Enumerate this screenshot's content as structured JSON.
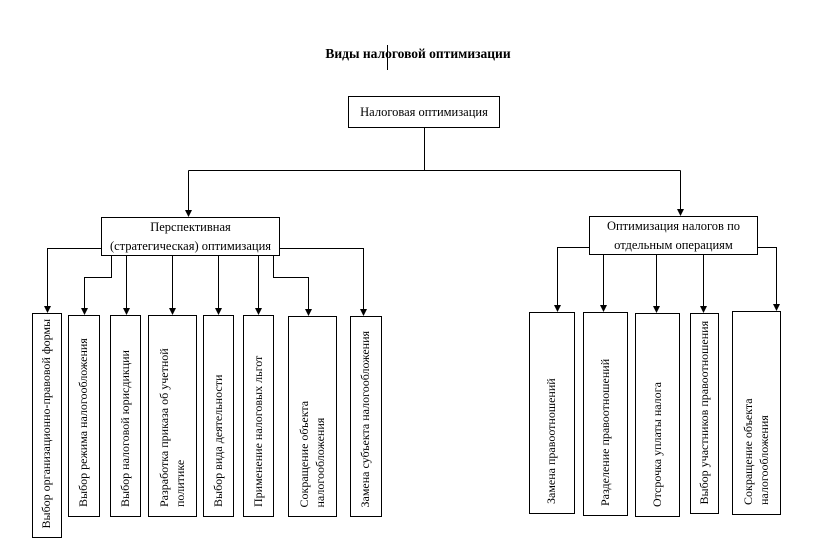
{
  "diagram": {
    "title": "Виды налоговой оптимизации",
    "root": {
      "label": "Налоговая оптимизация"
    },
    "left_branch": {
      "label": "Перспективная\n(стратегическая) оптимизация",
      "children": [
        "Выбор организационно-правовой формы",
        "Выбор режима налогообложения",
        "Выбор налоговой юрисдикции",
        "Разработка приказа об учетной\nполитике",
        "Выбор вида деятельности",
        "Применение налоговых льгот",
        "Сокращение объекта\nналогообложения",
        "Замена субъекта налогообложения"
      ]
    },
    "right_branch": {
      "label": "Оптимизация налогов по\nотдельным операциям",
      "children": [
        "Замена правоотношений",
        "Разделение правоотношений",
        "Отсрочка уплаты налога",
        "Выбор участников правоотношения",
        "Сокращение объекта\nналогообложения"
      ]
    },
    "colors": {
      "line": "#000000",
      "text": "#000000",
      "box_fill": "#ffffff",
      "background": "#ffffff"
    }
  }
}
